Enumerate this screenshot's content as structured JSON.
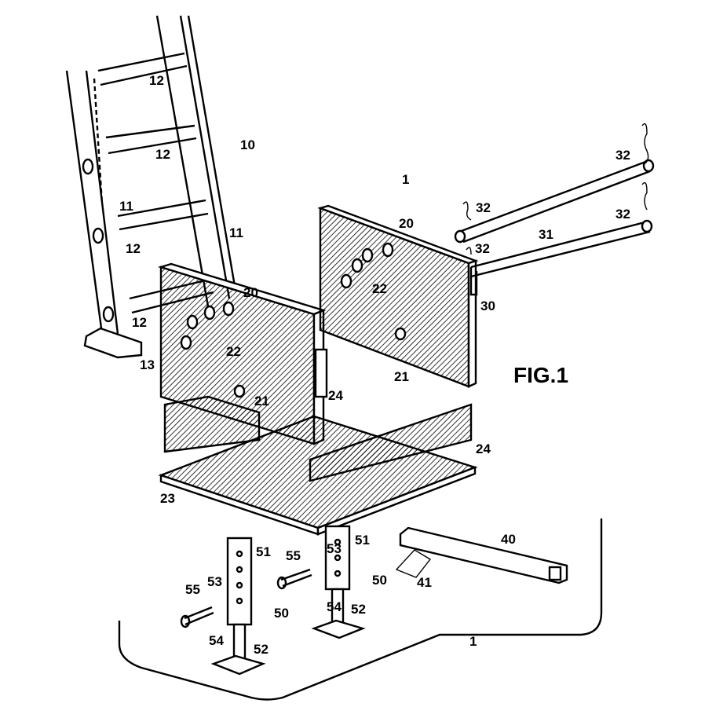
{
  "figure": {
    "title": "FIG.1"
  },
  "labels": {
    "ladder": "10",
    "rails": [
      "11",
      "11"
    ],
    "rungs": [
      "12",
      "12",
      "12",
      "12"
    ],
    "foot": "13",
    "assembly": "1",
    "ground": "1",
    "panels": [
      "20",
      "20"
    ],
    "pin_holes": [
      "22",
      "22"
    ],
    "lower_holes": [
      "21",
      "21"
    ],
    "base": "23",
    "side_walls": [
      "24",
      "24"
    ],
    "rod_lower": "30",
    "rod_upper": "31",
    "clips": [
      "32",
      "32",
      "32",
      "32"
    ],
    "hitch_bar": "40",
    "hitch_pin": "41",
    "legs": [
      "50",
      "50"
    ],
    "leg_tubes": [
      "51",
      "51"
    ],
    "leg_inner": [
      "52",
      "52"
    ],
    "leg_holes": [
      "53",
      "53"
    ],
    "leg_holes_lower": [
      "54",
      "54"
    ],
    "leg_pins": [
      "55",
      "55"
    ]
  }
}
